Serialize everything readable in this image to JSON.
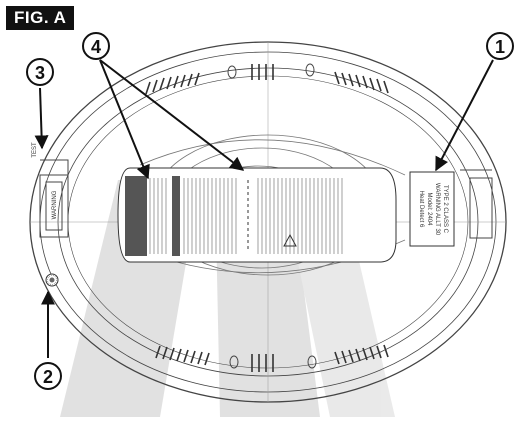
{
  "figure": {
    "tag": "FIG. A"
  },
  "callouts": [
    {
      "id": "1",
      "text": "1"
    },
    {
      "id": "2",
      "text": "2"
    },
    {
      "id": "3",
      "text": "3"
    },
    {
      "id": "4",
      "text": "4"
    }
  ],
  "label_text": {
    "rating_label": [
      "Heat Detect 6",
      "Model: 2404",
      "WARNING ALLT 30",
      "TYPE 2 CLASS C"
    ],
    "side_label": [
      "WARNING",
      "TEST"
    ]
  },
  "colors": {
    "outline": "#444444",
    "callout_fill": "#ffffff",
    "arrow": "#111111",
    "light_beam": "#d7d7d7",
    "fig_tag_bg": "#111111"
  }
}
